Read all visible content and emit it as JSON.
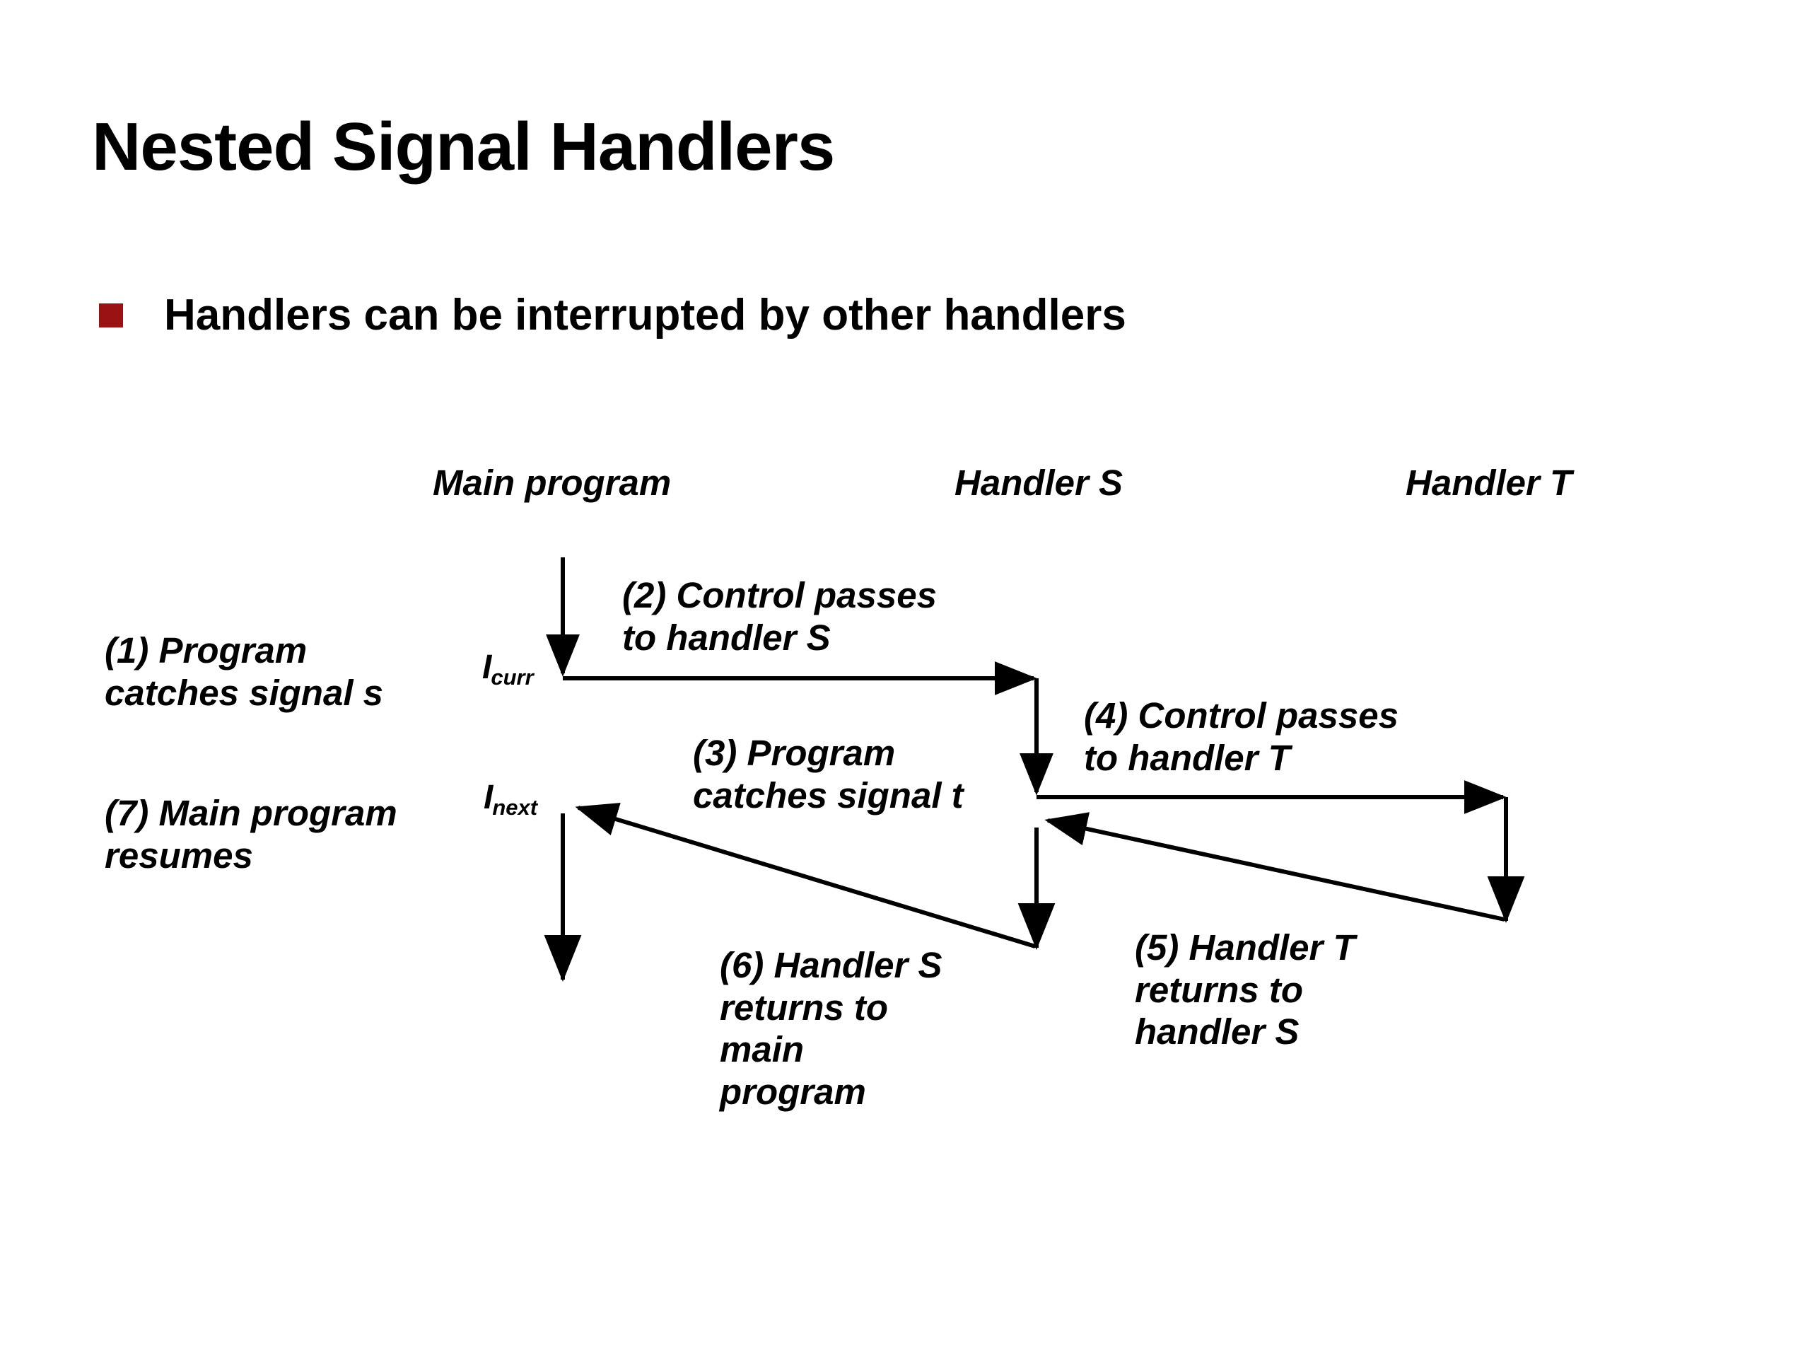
{
  "slide": {
    "title": "Nested Signal Handlers",
    "bullet": {
      "marker": "square-bullet",
      "marker_color": "#9B1212",
      "text": "Handlers can be interrupted by other handlers"
    }
  },
  "diagram": {
    "name": "nested-signal-handlers-sequence-diagram",
    "columns": [
      {
        "id": "main",
        "label": "Main program"
      },
      {
        "id": "handler_s",
        "label": "Handler S"
      },
      {
        "id": "handler_t",
        "label": "Handler T"
      }
    ],
    "instruction_markers": [
      {
        "id": "icurr",
        "base": "I",
        "sub": "curr"
      },
      {
        "id": "inext",
        "base": "I",
        "sub": "next"
      }
    ],
    "steps": [
      {
        "number": "(1)",
        "text": "(1) Program\ncatches signal s",
        "column": "main",
        "side": "left"
      },
      {
        "number": "(2)",
        "text": "(2) Control passes\nto handler S",
        "column": "main-to-s",
        "side": "above-arrow"
      },
      {
        "number": "(3)",
        "text": "(3) Program\ncatches signal t",
        "column": "main",
        "side": "mid"
      },
      {
        "number": "(4)",
        "text": "(4)  Control passes\nto handler T",
        "column": "s-to-t",
        "side": "above-arrow"
      },
      {
        "number": "(5)",
        "text": "(5) Handler T\nreturns to\nhandler S",
        "column": "t-to-s",
        "side": "below-arrow"
      },
      {
        "number": "(6)",
        "text": "(6) Handler S\nreturns to\nmain\nprogram",
        "column": "s-to-main",
        "side": "below-arrow"
      },
      {
        "number": "(7)",
        "text": "(7) Main program\nresumes",
        "column": "main",
        "side": "left"
      }
    ],
    "line_color": "#000000"
  }
}
